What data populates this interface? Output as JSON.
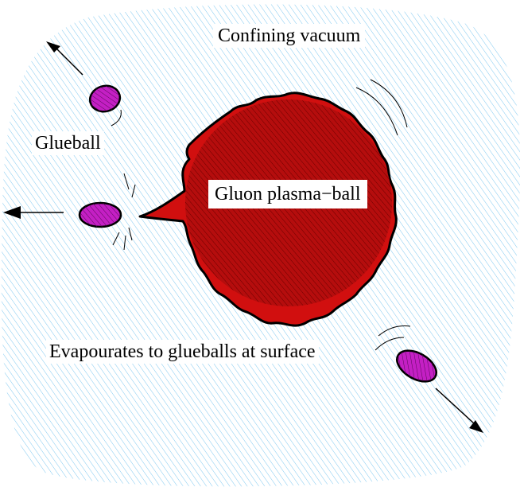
{
  "labels": {
    "confining_vacuum": "Confining vacuum",
    "glueball": "Glueball",
    "plasma_ball": "Gluon plasma−ball",
    "evaporates": "Evapourates to glueballs at surface"
  },
  "colors": {
    "vacuum_hatch": "#7ec8f0",
    "plasma_fill": "#d10f0f",
    "plasma_inner": "#b50d0d",
    "plasma_hatch": "#6a0000",
    "glueball_fill": "#c41fc4",
    "glueball_hatch": "#5a0a5a",
    "outline": "#000000"
  },
  "icons": {
    "arrows": "arrow-icon",
    "motion_lines": "motion-lines-icon"
  }
}
